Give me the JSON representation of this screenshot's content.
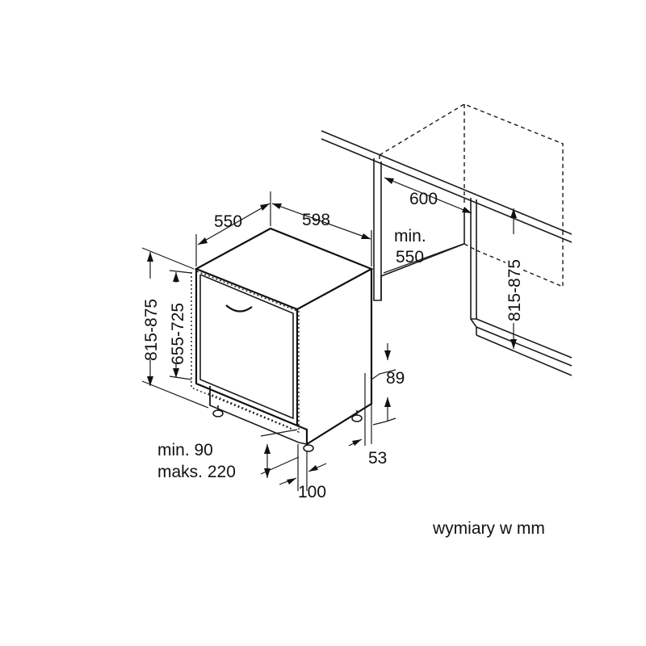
{
  "dimensions": {
    "width": "598",
    "depth": "550",
    "height_range": "815-875",
    "door_height_range": "655-725",
    "niche_width": "600",
    "niche_depth_prefix": "min.",
    "niche_depth_value": "550",
    "niche_height_range": "815-875",
    "plinth_height": "89",
    "foot_offset": "53",
    "plinth_gap": "100",
    "plinth_min": "min. 90",
    "plinth_max": "maks. 220"
  },
  "note": "wymiary w mm"
}
